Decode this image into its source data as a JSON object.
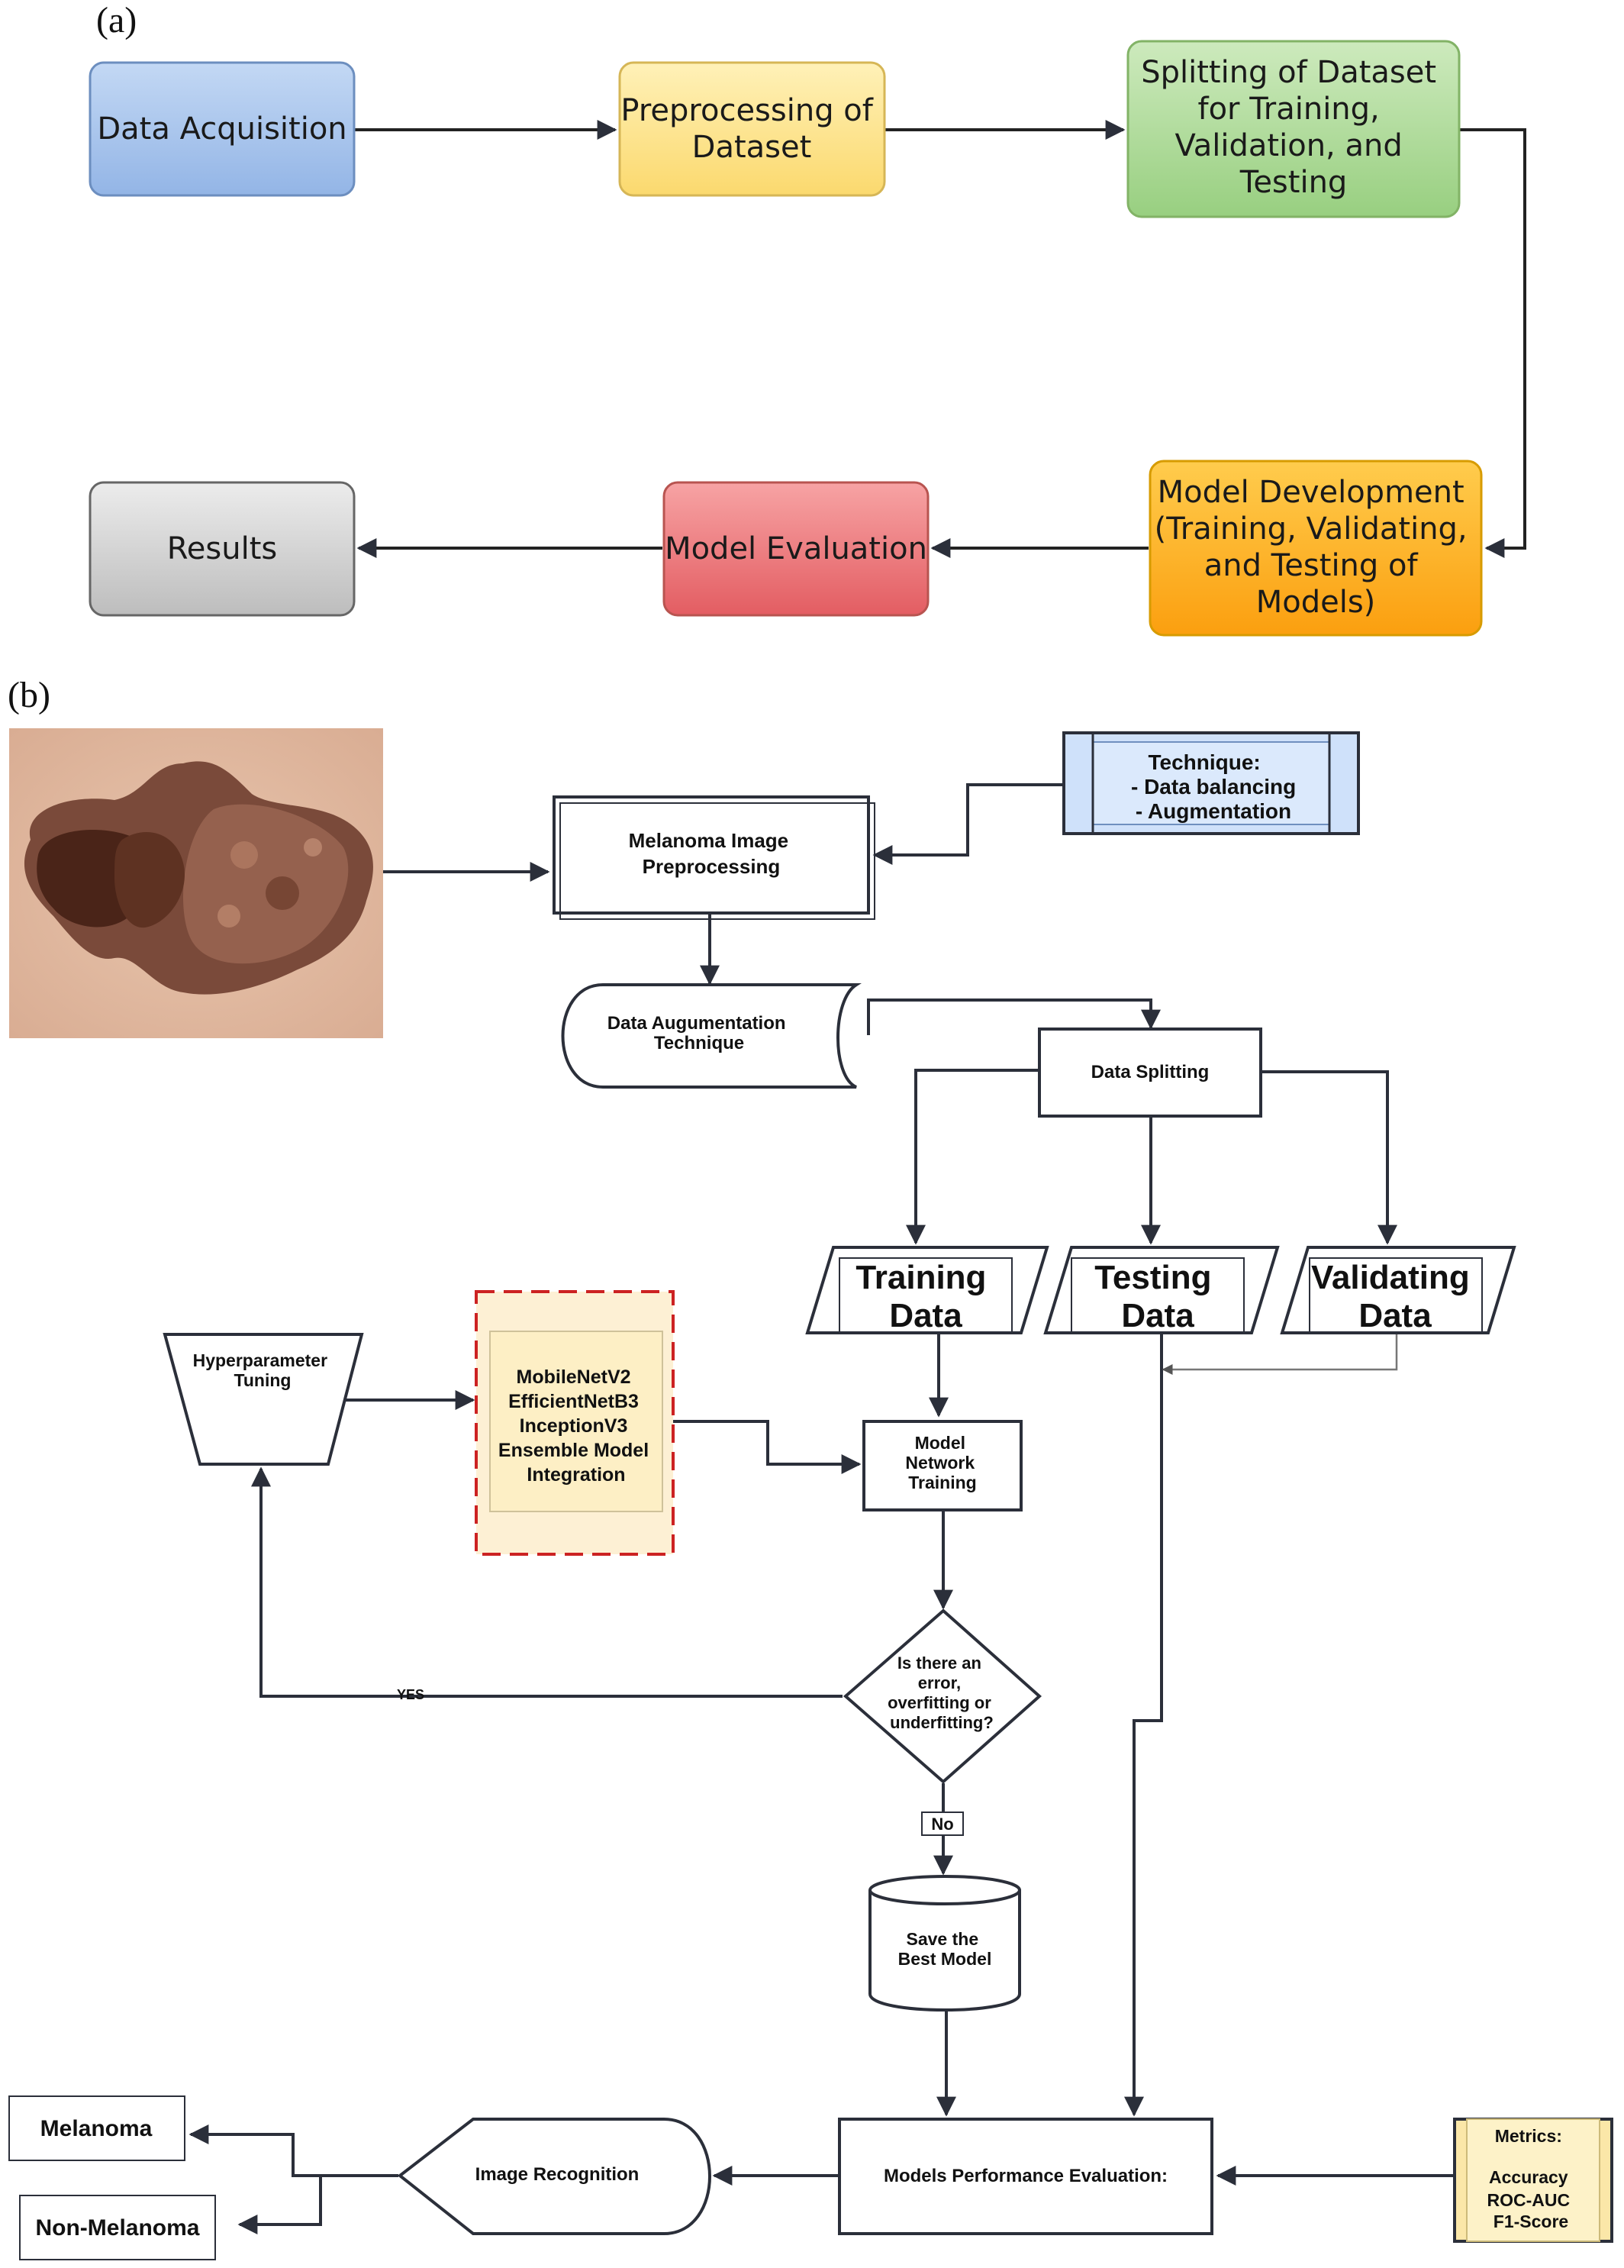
{
  "panel_a": {
    "label": "(a)",
    "steps": {
      "data_acquisition": "Data Acquisition",
      "preprocessing": [
        "Preprocessing of",
        "Dataset"
      ],
      "splitting": [
        "Splitting of Dataset",
        "for Training,",
        "Validation, and",
        "Testing"
      ],
      "model_development": [
        "Model Development",
        "(Training, Validating,",
        "and Testing of",
        "Models)"
      ],
      "model_evaluation": "Model Evaluation",
      "results": "Results"
    },
    "colors": {
      "blue": "#a9c6ec",
      "yellow": "#fde79a",
      "green": "#b3dda0",
      "orange": "#fdb52c",
      "red": "#ec7b7e",
      "gray": "#d4d4d4"
    }
  },
  "panel_b": {
    "label": "(b)",
    "technique_box": [
      "Technique:",
      "- Data balancing",
      "- Augmentation"
    ],
    "preprocessing": [
      "Melanoma Image",
      "Preprocessing"
    ],
    "augmentation": [
      "Data Augumentation",
      "Technique"
    ],
    "splitting": "Data Splitting",
    "training_data": [
      "Training",
      "Data"
    ],
    "testing_data": [
      "Testing",
      "Data"
    ],
    "validating_data": [
      "Validating",
      "Data"
    ],
    "hyperparameter": [
      "Hyperparameter",
      "Tuning"
    ],
    "models": [
      "MobileNetV2",
      "EfficientNetB3",
      "InceptionV3",
      "Ensemble Model",
      "Integration"
    ],
    "network_training": [
      "Model",
      "Network",
      "Training"
    ],
    "decision": [
      "Is there an",
      "error,",
      "overfitting or",
      "underfitting?"
    ],
    "yes_label": "YES",
    "no_label": "No",
    "save_model": [
      "Save the",
      "Best Model"
    ],
    "image_recognition": "Image Recognition",
    "performance_eval": "Models Performance Evaluation:",
    "metrics": [
      "Metrics:",
      "",
      "Accuracy",
      "ROC-AUC",
      "F1-Score"
    ],
    "outputs": [
      "Melanoma",
      "Non-Melanoma"
    ]
  }
}
